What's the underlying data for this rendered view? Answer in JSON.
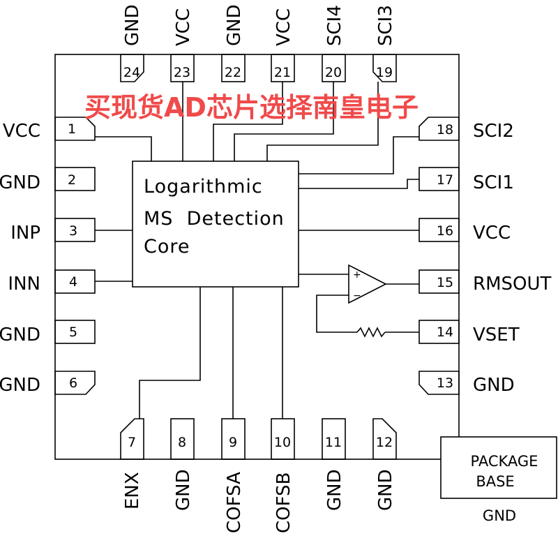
{
  "watermark": "买现货AD芯片选择南皇电子",
  "core": {
    "line1": "Logarithmic",
    "line2": "MS  Detection",
    "line3": "Core"
  },
  "package_base": {
    "line1": "PACKAGE",
    "line2": "BASE",
    "ground": "GND"
  },
  "opamp": {
    "plus": "+",
    "minus": "−"
  },
  "pins": {
    "p1": {
      "num": "1",
      "name": "VCC"
    },
    "p2": {
      "num": "2",
      "name": "GND"
    },
    "p3": {
      "num": "3",
      "name": "INP"
    },
    "p4": {
      "num": "4",
      "name": "INN"
    },
    "p5": {
      "num": "5",
      "name": "GND"
    },
    "p6": {
      "num": "6",
      "name": "GND"
    },
    "p7": {
      "num": "7",
      "name": "ENX"
    },
    "p8": {
      "num": "8",
      "name": "GND"
    },
    "p9": {
      "num": "9",
      "name": "COFSA"
    },
    "p10": {
      "num": "10",
      "name": "COFSB"
    },
    "p11": {
      "num": "11",
      "name": "GND"
    },
    "p12": {
      "num": "12",
      "name": "GND"
    },
    "p13": {
      "num": "13",
      "name": "GND"
    },
    "p14": {
      "num": "14",
      "name": "VSET"
    },
    "p15": {
      "num": "15",
      "name": "RMSOUT"
    },
    "p16": {
      "num": "16",
      "name": "VCC"
    },
    "p17": {
      "num": "17",
      "name": "SCI1"
    },
    "p18": {
      "num": "18",
      "name": "SCI2"
    },
    "p19": {
      "num": "19",
      "name": "SCI3"
    },
    "p20": {
      "num": "20",
      "name": "SCI4"
    },
    "p21": {
      "num": "21",
      "name": "VCC"
    },
    "p22": {
      "num": "22",
      "name": "GND"
    },
    "p23": {
      "num": "23",
      "name": "VCC"
    },
    "p24": {
      "num": "24",
      "name": "GND"
    }
  }
}
